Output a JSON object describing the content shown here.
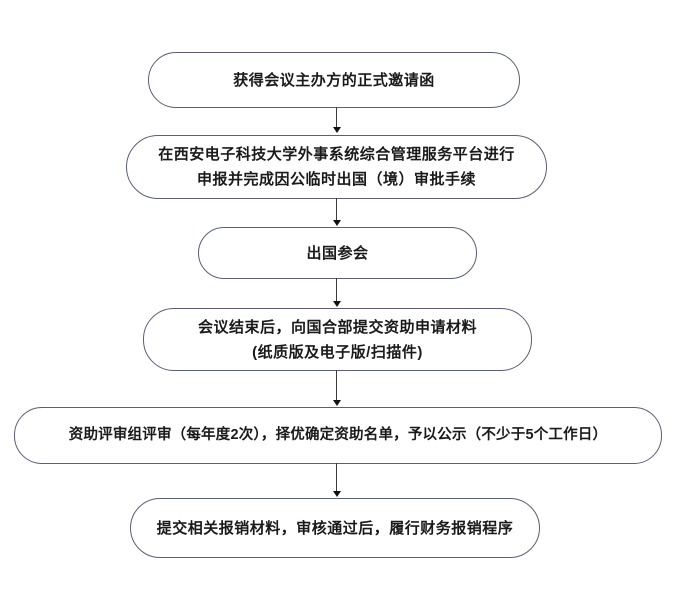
{
  "colors": {
    "box_border": "#5a5e78",
    "text": "#1a1a1a",
    "arrow_line": "#3c3c3c",
    "arrow_head": "#111111",
    "background": "#ffffff"
  },
  "flowchart": {
    "steps": [
      {
        "lines": [
          "获得会议主办方的正式邀请函"
        ]
      },
      {
        "lines": [
          "在西安电子科技大学外事系统综合管理服务平台进行",
          "申报并完成因公临时出国（境）审批手续"
        ]
      },
      {
        "lines": [
          "出国参会"
        ]
      },
      {
        "lines": [
          "会议结束后，向国合部提交资助申请材料",
          "(纸质版及电子版/扫描件)"
        ]
      },
      {
        "lines": [
          "资助评审组评审（每年度2次），择优确定资助名单，予以公示（不少于5个工作日）"
        ]
      },
      {
        "lines": [
          "提交相关报销材料，审核通过后，履行财务报销程序"
        ]
      }
    ]
  }
}
